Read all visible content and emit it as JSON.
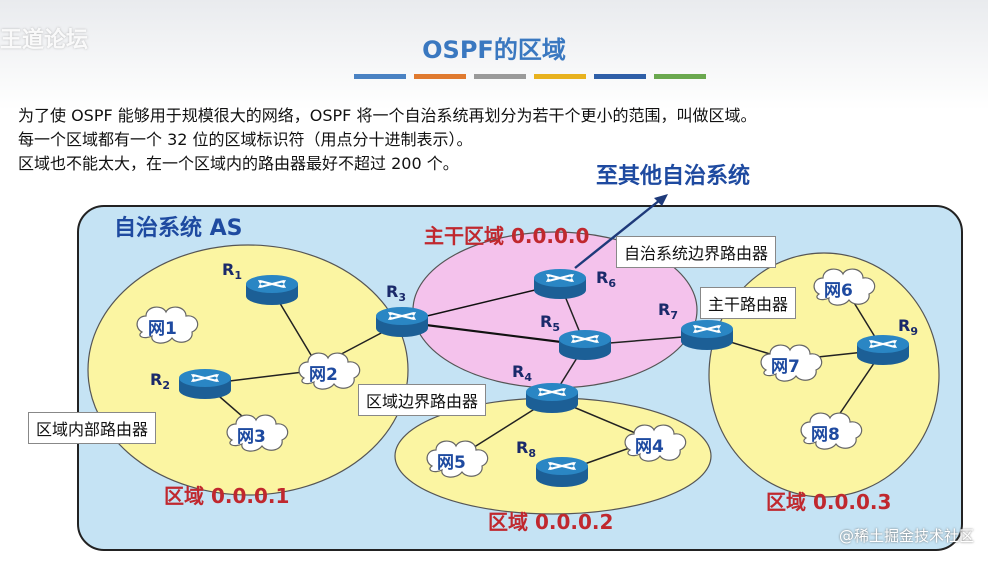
{
  "header": {
    "watermark": "王道论坛",
    "title": "OSPF的区域",
    "color_bar": [
      "#4a82c3",
      "#e07a2f",
      "#9a9a9a",
      "#e8b21e",
      "#2f5fa8",
      "#6aa84f"
    ]
  },
  "description": [
    "为了使 OSPF 能够用于规模很大的网络，OSPF 将一个自治系统再划分为若干个更小的范围，叫做区域。",
    "每一个区域都有一个 32 位的区域标识符（用点分十进制表示）。",
    "区域也不能太大，在一个区域内的路由器最好不超过 200 个。"
  ],
  "diagram": {
    "autonomous_system": "自治系统 AS",
    "to_other_as": "至其他自治系统",
    "areas": {
      "backbone": "主干区域 0.0.0.0",
      "a1": "区域 0.0.0.1",
      "a2": "区域 0.0.0.2",
      "a3": "区域 0.0.0.3"
    },
    "callouts": {
      "asbr": "自治系统边界路由器",
      "backbone_router": "主干路由器",
      "abr": "区域边界路由器",
      "internal": "区域内部路由器"
    },
    "routers": {
      "r1": "R",
      "r1n": "1",
      "r2": "R",
      "r2n": "2",
      "r3": "R",
      "r3n": "3",
      "r4": "R",
      "r4n": "4",
      "r5": "R",
      "r5n": "5",
      "r6": "R",
      "r6n": "6",
      "r7": "R",
      "r7n": "7",
      "r8": "R",
      "r8n": "8",
      "r9": "R",
      "r9n": "9"
    },
    "networks": {
      "n1": "网1",
      "n2": "网2",
      "n3": "网3",
      "n4": "网4",
      "n5": "网5",
      "n6": "网6",
      "n7": "网7",
      "n8": "网8"
    },
    "colors": {
      "as_fill": "#c5e3f4",
      "area_fill": "#fbf5a2",
      "backbone_fill": "#f4c2ec",
      "router_fill": "#2a86c4"
    }
  },
  "footer": {
    "watermark": "@稀土掘金技术社区"
  }
}
